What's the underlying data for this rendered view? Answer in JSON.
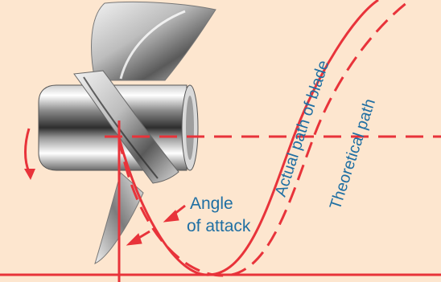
{
  "diagram": {
    "labels": {
      "angle_of_attack_line1": "Angle",
      "angle_of_attack_line2": "of attack",
      "actual_path": "Actual path of blade",
      "theoretical_path": "Theoretical path"
    },
    "colors": {
      "background": "#fde6cf",
      "path_red": "#e8333a",
      "label_teal": "#1f6fa3",
      "metal_dark": "#3a3a3a",
      "metal_light": "#f4f4f4"
    },
    "icons": {
      "rotation_arrow": "rotation-direction-arrow-icon",
      "propeller": "propeller-illustration"
    }
  }
}
